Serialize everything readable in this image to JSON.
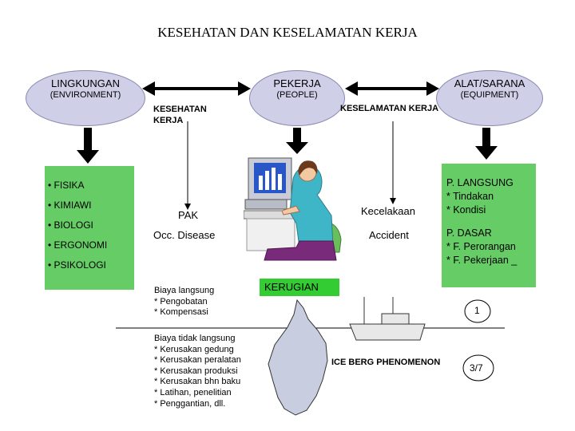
{
  "title": "KESEHATAN DAN KESELAMATAN KERJA",
  "ovals": {
    "left": {
      "line1": "LINGKUNGAN",
      "line2": "(ENVIRONMENT)"
    },
    "center": {
      "line1": "PEKERJA",
      "line2": "(PEOPLE)"
    },
    "right": {
      "line1": "ALAT/SARANA",
      "line2": "(EQUIPMENT)"
    }
  },
  "labels": {
    "kesehatan": "KESEHATAN KERJA",
    "keselamatan": "KESELAMATAN KERJA",
    "pak": "PAK",
    "occ": "Occ. Disease",
    "kecelakaan": "Kecelakaan",
    "accident": "Accident",
    "kerugian": "KERUGIAN",
    "iceberg": "ICE BERG PHENOMENON",
    "page_a": "1",
    "page_b": "3/7"
  },
  "environment_factors": [
    "• FISIKA",
    "• KIMIAWI",
    "• BIOLOGI",
    "• ERGONOMI",
    "• PSIKOLOGI"
  ],
  "equipment_factors": [
    "P. LANGSUNG",
    "* Tindakan",
    "* Kondisi",
    "P. DASAR",
    "* F. Perorangan",
    "* F. Pekerjaan _"
  ],
  "direct_costs": [
    "Biaya langsung",
    "* Pengobatan",
    "* Kompensasi"
  ],
  "indirect_costs": [
    "Biaya tidak langsung",
    "* Kerusakan gedung",
    "* Kerusakan peralatan",
    "* Kerusakan produksi",
    "* Kerusakan bhn baku",
    "* Latihan, penelitian",
    "* Penggantian, dll."
  ],
  "colors": {
    "oval_fill": "#cfcfe8",
    "box_green": "#66cc66",
    "kerugian_green": "#33cc33",
    "arrow": "#000000"
  },
  "icons": [
    "worker-at-computer-illustration",
    "iceberg-icon",
    "ship-icon"
  ]
}
